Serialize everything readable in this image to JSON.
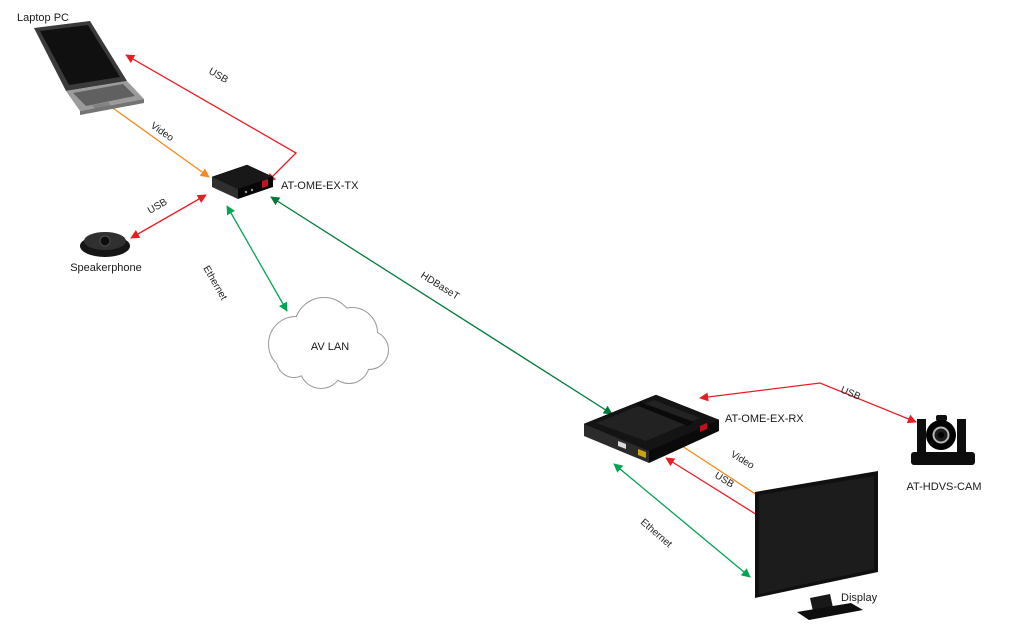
{
  "colors": {
    "usb": "#ec1c24",
    "video": "#f6891f",
    "ethernet": "#00a551",
    "hdbaset": "#007a3a"
  },
  "devices": {
    "laptop": "Laptop PC",
    "tx": "AT-OME-EX-TX",
    "speakerphone": "Speakerphone",
    "av_lan": "AV LAN",
    "rx": "AT-OME-EX-RX",
    "camera": "AT-HDVS-CAM",
    "display": "Display"
  },
  "connections": {
    "usb_laptop_tx": "USB",
    "video_laptop_tx": "Video",
    "usb_tx_speakerphone": "USB",
    "ethernet_tx_lan": "Ethernet",
    "hdbaset_tx_rx": "HDBaseT",
    "usb_rx_camera": "USB",
    "video_rx_display": "Video",
    "usb_rx_display": "USB",
    "ethernet_rx_display": "Ethernet"
  }
}
